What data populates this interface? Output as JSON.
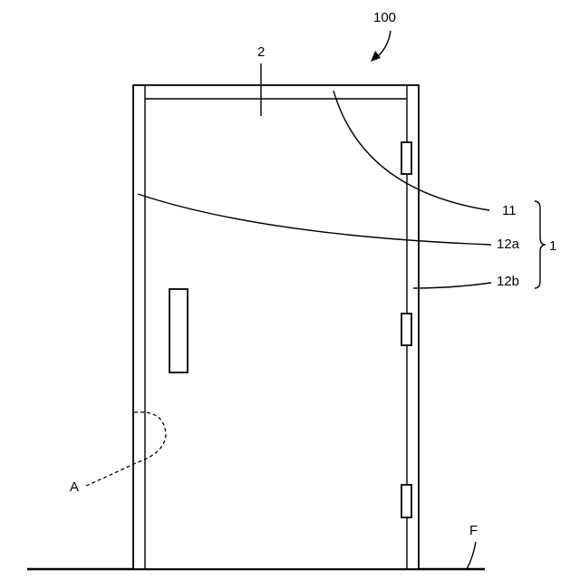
{
  "figure": {
    "assembly_ref": "100",
    "panel_ref": "2",
    "frame_head_ref": "11",
    "frame_jamb_left_ref": "12a",
    "frame_jamb_right_ref": "12b",
    "frame_group_ref": "1",
    "detail_ref": "A",
    "floor_ref": "F"
  }
}
